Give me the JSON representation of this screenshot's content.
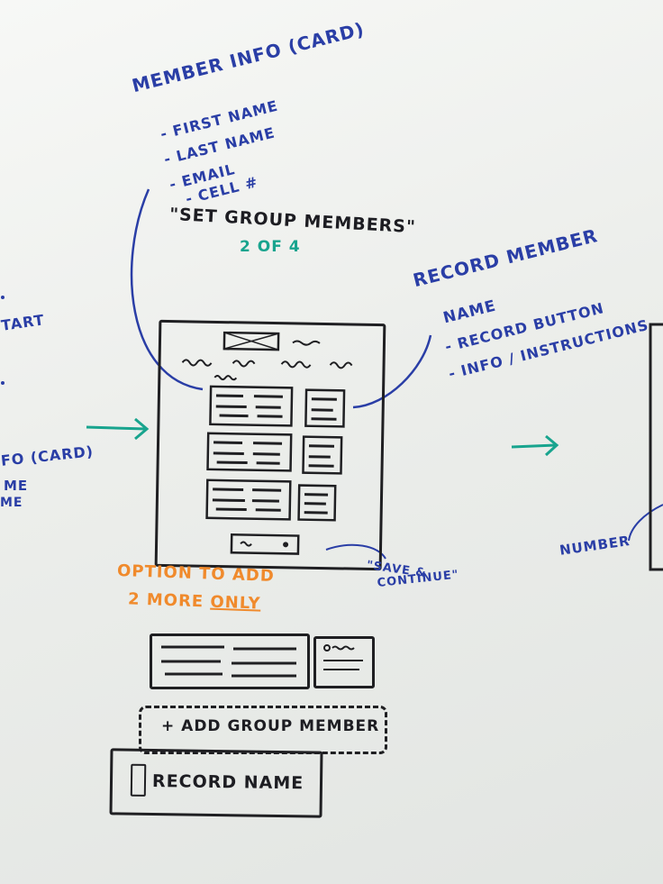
{
  "member_info": {
    "title": "MEMBER INFO (CARD)",
    "fields": [
      "- FIRST NAME",
      "- LAST NAME",
      "- EMAIL",
      "- CELL #"
    ]
  },
  "screen_title": "\"SET GROUP MEMBERS\"",
  "step": "2 OF 4",
  "record_member": {
    "title_line1": "RECORD MEMBER",
    "title_line2": "NAME",
    "items": [
      "- RECORD BUTTON",
      "- INFO / INSTRUCTIONS"
    ]
  },
  "left_edge": {
    "text1": "TART",
    "text2": "FO (CARD)",
    "text3": "ME",
    "text4": "ME"
  },
  "save_note_line1": "\"SAVE &",
  "save_note_line2": "CONTINUE\"",
  "option_note": {
    "line1": "OPTION TO ADD",
    "line2a": "2 MORE ",
    "line2b": "ONLY"
  },
  "add_button_label": "+ ADD GROUP MEMBER",
  "record_button_label": "RECORD NAME",
  "right_note": "NUMBER",
  "colors": {
    "blue": "#2a3ea6",
    "teal": "#18a48e",
    "orange": "#f08a2c",
    "black": "#1f1f22"
  }
}
